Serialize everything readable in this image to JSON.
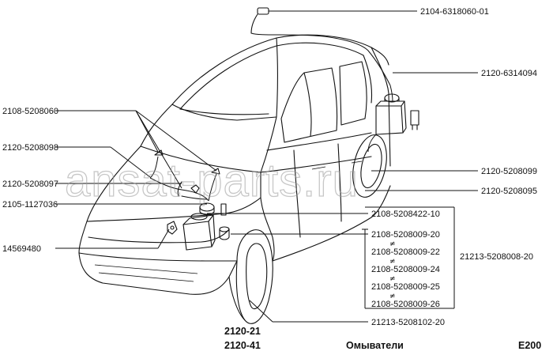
{
  "title": "Омыватели",
  "page_code": "E200",
  "models": [
    "2120-21",
    "2120-41"
  ],
  "watermark": "ansat-parts.ru",
  "parts_right": [
    "2104-6318060-01",
    "2120-6314094",
    "2120-5208099",
    "2120-5208095",
    "2108-5208422-10"
  ],
  "parts_left": [
    "2108-5208060",
    "2120-5208098",
    "2120-5208097",
    "2105-1127036",
    "14569480"
  ],
  "pump_group": {
    "variants": [
      "2108-5208009-20",
      "2108-5208009-22",
      "2108-5208009-24",
      "2108-5208009-25",
      "2108-5208009-26"
    ],
    "separator": "≠",
    "assembly": "21213-5208008-20"
  },
  "reservoir_part": "21213-5208102-20"
}
